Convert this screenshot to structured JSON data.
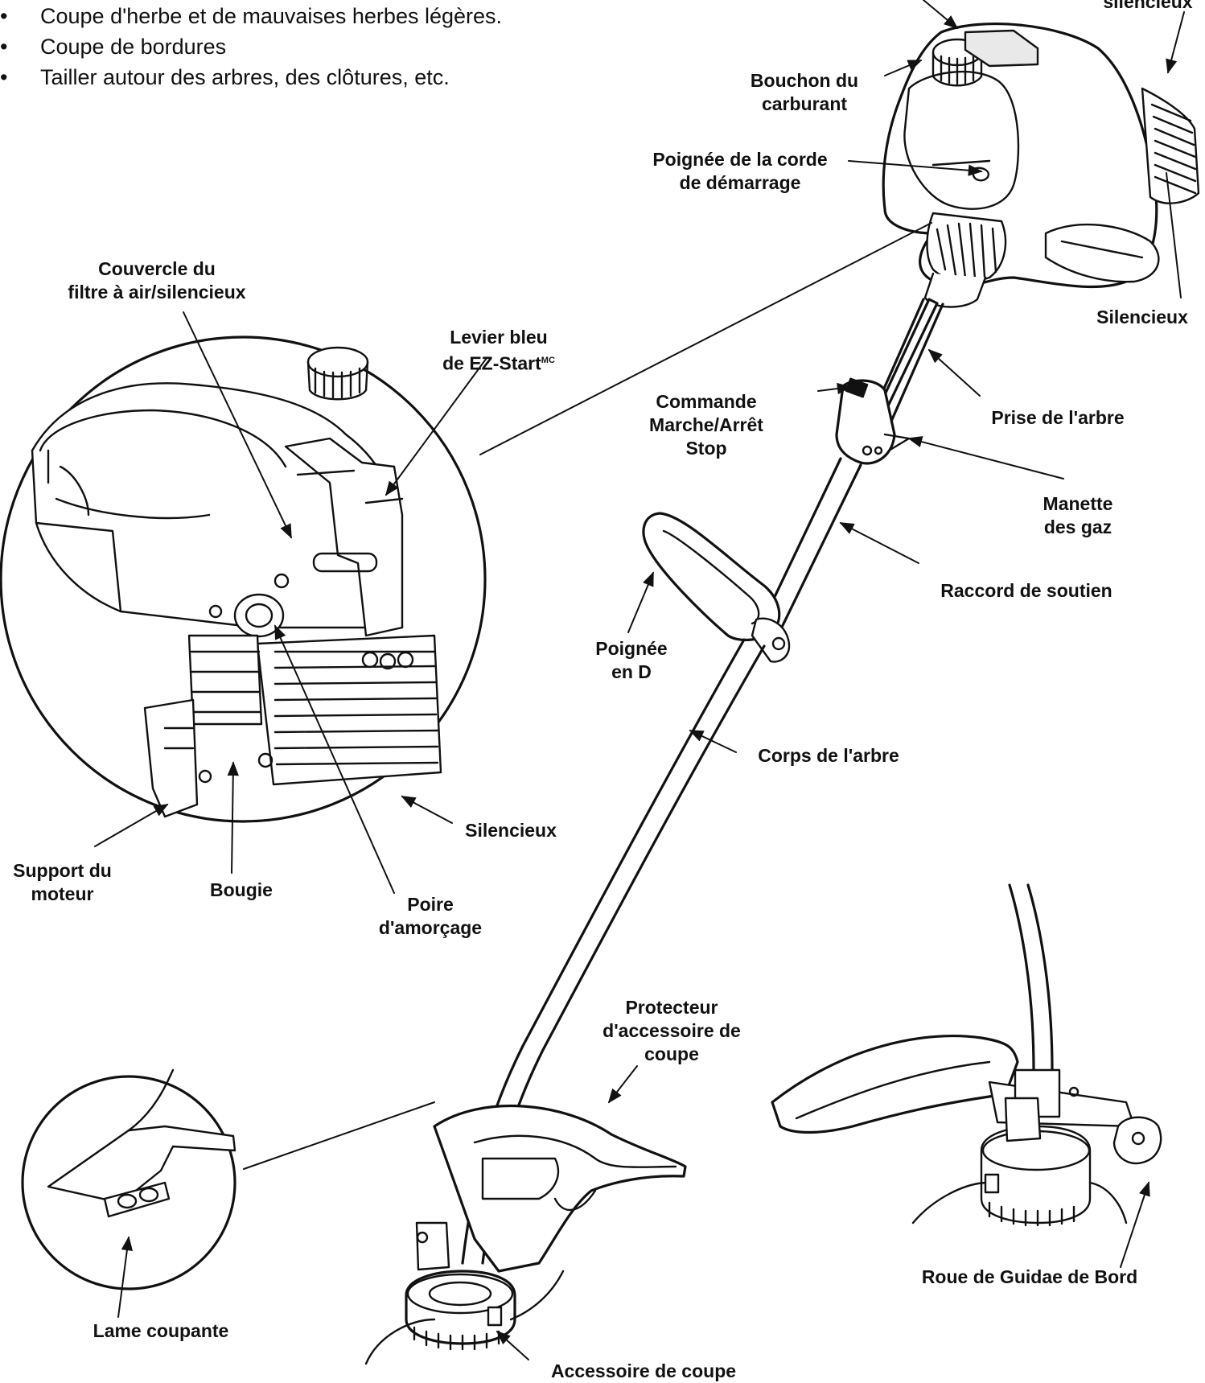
{
  "intro": {
    "bullets": [
      "Coupe d'herbe et de mauvaises herbes légères.",
      "Coupe de bordures",
      "Tailler autour des arbres, des clôtures, etc."
    ],
    "bullet_glyph": "•"
  },
  "labels": {
    "silencieux_top": "silencieux",
    "bouchon": "Bouchon du\ncarburant",
    "poignee_corde": "Poignée de la corde\nde démarrage",
    "couvercle": "Couvercle du\nfiltre à air/silencieux",
    "levier": "Levier bleu\nde EZ-Start",
    "levier_sup": "MC",
    "silencieux_right": "Silencieux",
    "commande": "Commande\nMarche/Arrêt\nStop",
    "prise": "Prise de l'arbre",
    "manette": "Manette\ndes gaz",
    "raccord": "Raccord de soutien",
    "poignee_d": "Poignée\nen D",
    "corps": "Corps de l'arbre",
    "silencieux_mid": "Silencieux",
    "support": "Support du\nmoteur",
    "bougie": "Bougie",
    "poire": "Poire\nd'amorçage",
    "protecteur": "Protecteur\nd'accessoire de\ncoupe",
    "lame": "Lame coupante",
    "accessoire": "Accessoire de coupe",
    "roue": "Roue de Guidae de Bord"
  }
}
